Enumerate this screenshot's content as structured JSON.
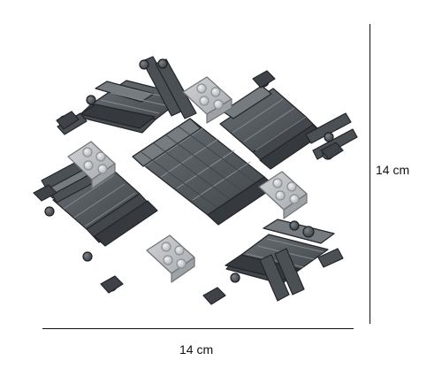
{
  "product": {
    "subject": "lego-cross-rail-track",
    "colors": {
      "track": "#555a5e",
      "track_dark": "#393d41",
      "track_light": "#777c80",
      "plate": "#b9bcc0",
      "plate_stud": "#d2d4d7",
      "outline": "#202326"
    }
  },
  "dimensions": {
    "width_label": "14 cm",
    "height_label": "14 cm"
  }
}
